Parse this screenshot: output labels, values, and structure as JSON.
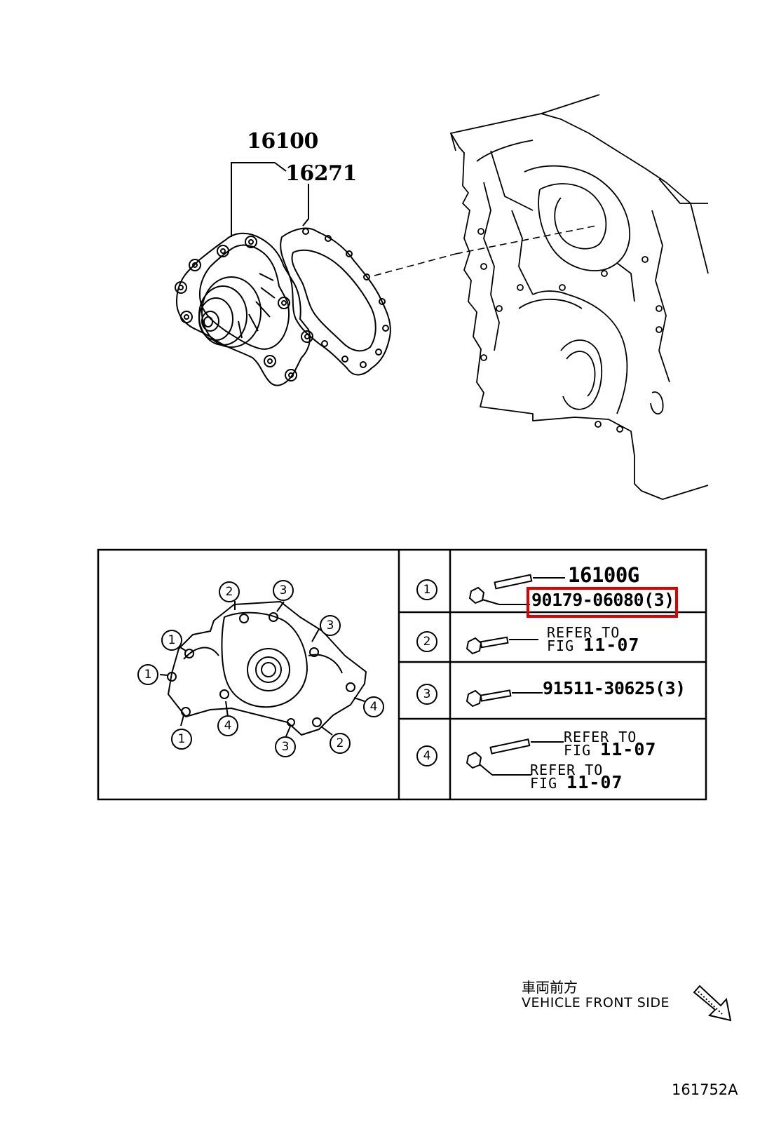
{
  "callouts": {
    "water_pump_assy": "16100",
    "gasket": "16271"
  },
  "legend_rows": [
    {
      "marker": "1",
      "parts": [
        "16100G",
        "90179-06080(3)"
      ]
    },
    {
      "marker": "2",
      "refer_line1": "REFER TO",
      "refer_line2_prefix": "FIG ",
      "refer_line2_num": "11-07"
    },
    {
      "marker": "3",
      "parts": [
        "91511-30625(3)"
      ]
    },
    {
      "marker": "4",
      "refer_a_line1": "REFER TO",
      "refer_a_line2_prefix": "FIG ",
      "refer_a_line2_num": "11-07",
      "refer_b_line1": "REFER TO",
      "refer_b_line2_prefix": "FIG ",
      "refer_b_line2_num": "11-07"
    }
  ],
  "highlighted_part": "90179-06080(3)",
  "bolt_map_markers": [
    "2",
    "3",
    "1",
    "3",
    "1",
    "4",
    "1",
    "4",
    "3",
    "2"
  ],
  "direction": {
    "japanese": "車両前方",
    "english": "VEHICLE FRONT SIDE",
    "arrow_icon": "direction-arrow-icon"
  },
  "illustration_code": "161752A",
  "colors": {
    "line": "#000000",
    "highlight": "#e00000",
    "background": "#ffffff"
  }
}
